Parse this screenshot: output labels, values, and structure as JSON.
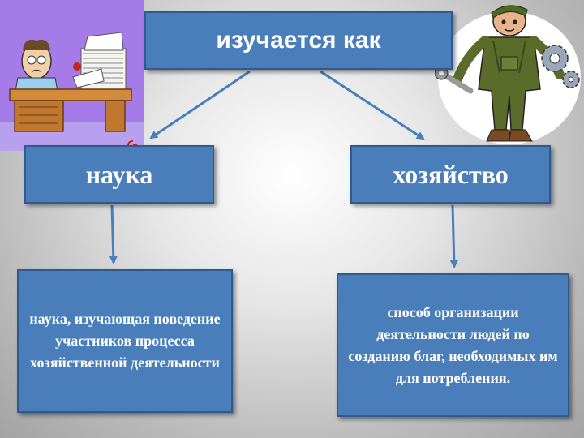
{
  "diagram": {
    "root": {
      "label": "изучается как"
    },
    "branches": [
      {
        "label": "наука",
        "definition": "наука, изучающая поведение участников процесса хозяйственной деятельности"
      },
      {
        "label": "хозяйство",
        "definition": "способ организации деятельности людей по созданию благ, необходимых им для потребления."
      }
    ]
  },
  "colors": {
    "box_fill": "#4a7ebb",
    "box_border": "#2f5a8e",
    "arrow": "#4a7ebb",
    "text": "#ffffff"
  },
  "images": [
    {
      "name": "clerk-at-desk-clipart",
      "background": "#a57be8"
    },
    {
      "name": "mechanic-with-wrenches-clipart"
    }
  ]
}
